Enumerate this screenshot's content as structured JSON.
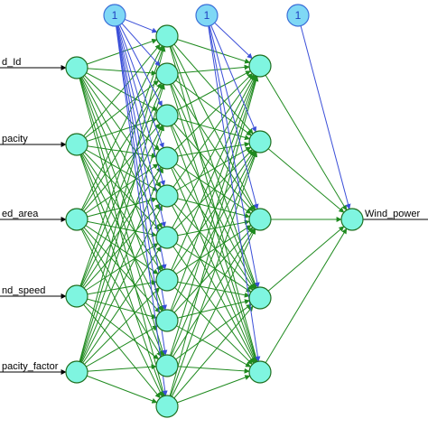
{
  "network": {
    "inputs": [
      "d_Id",
      "pacity",
      "ed_area",
      "nd_speed",
      "pacity_factor"
    ],
    "output": "Wind_power",
    "bias_label": "1",
    "hidden1_count": 10,
    "hidden2_count": 5,
    "colors": {
      "weight_edge": "#1f8a1f",
      "bias_edge": "#3b4fd8",
      "node_fill": "#7ff5e0",
      "bias_fill": "#7fd8f5"
    }
  }
}
